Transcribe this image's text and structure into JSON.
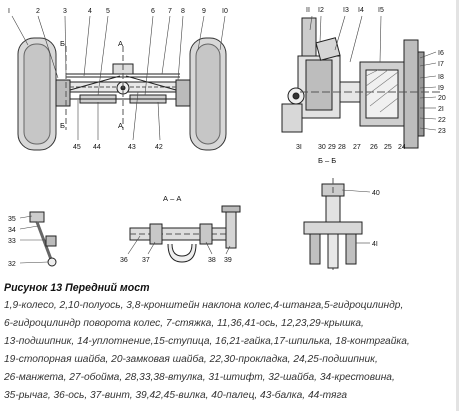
{
  "figure": {
    "callouts_top": [
      "I",
      "2",
      "3",
      "4",
      "5",
      "6",
      "7",
      "8",
      "9",
      "I0"
    ],
    "callouts_bottom": [
      "45",
      "44",
      "43",
      "42"
    ],
    "callouts_right_top": [
      "II",
      "I2",
      "I3",
      "I4",
      "I5"
    ],
    "callouts_right_side": [
      "I6",
      "I7",
      "I8",
      "I9",
      "20",
      "2I",
      "22",
      "23"
    ],
    "callouts_right_bottom": [
      "3I",
      "30",
      "29",
      "28",
      "27",
      "26",
      "25",
      "24"
    ],
    "callouts_left_small": [
      "35",
      "34",
      "33",
      "32"
    ],
    "callouts_mid": [
      "36",
      "37",
      "38",
      "39"
    ],
    "callouts_bb": [
      "40",
      "4I"
    ],
    "section_b_top": "Б",
    "section_b_bottom": "Б",
    "section_a_top": "А",
    "section_a_bottom": "А",
    "section_aa": "А – А",
    "section_bb": "Б – Б"
  },
  "caption": {
    "title": "Рисунок 13 Передний мост",
    "lines": [
      "1,9-колесо, 2,10-полуось, 3,8-кронштейн наклона колес,4-штанга,5-гидроцилиндр,",
      "6-гидроцилиндр поворота колес, 7-стяжка, 11,36,41-ось, 12,23,29-крышка,",
      "13-подшипник, 14-уплотнение,15-ступица, 16,21-гайка,17-шпилька, 18-контргайка,",
      "19-стопорная шайба, 20-замковая шайба, 22,30-прокладка, 24,25-подшипник,",
      "26-манжета, 27-обойма, 28,33,38-втулка, 31-штифт, 32-шайба, 34-крестовина,",
      "35-рычаг, 36-ось, 37-винт, 39,42,45-вилка, 40-палец, 43-балка, 44-тяга"
    ]
  }
}
